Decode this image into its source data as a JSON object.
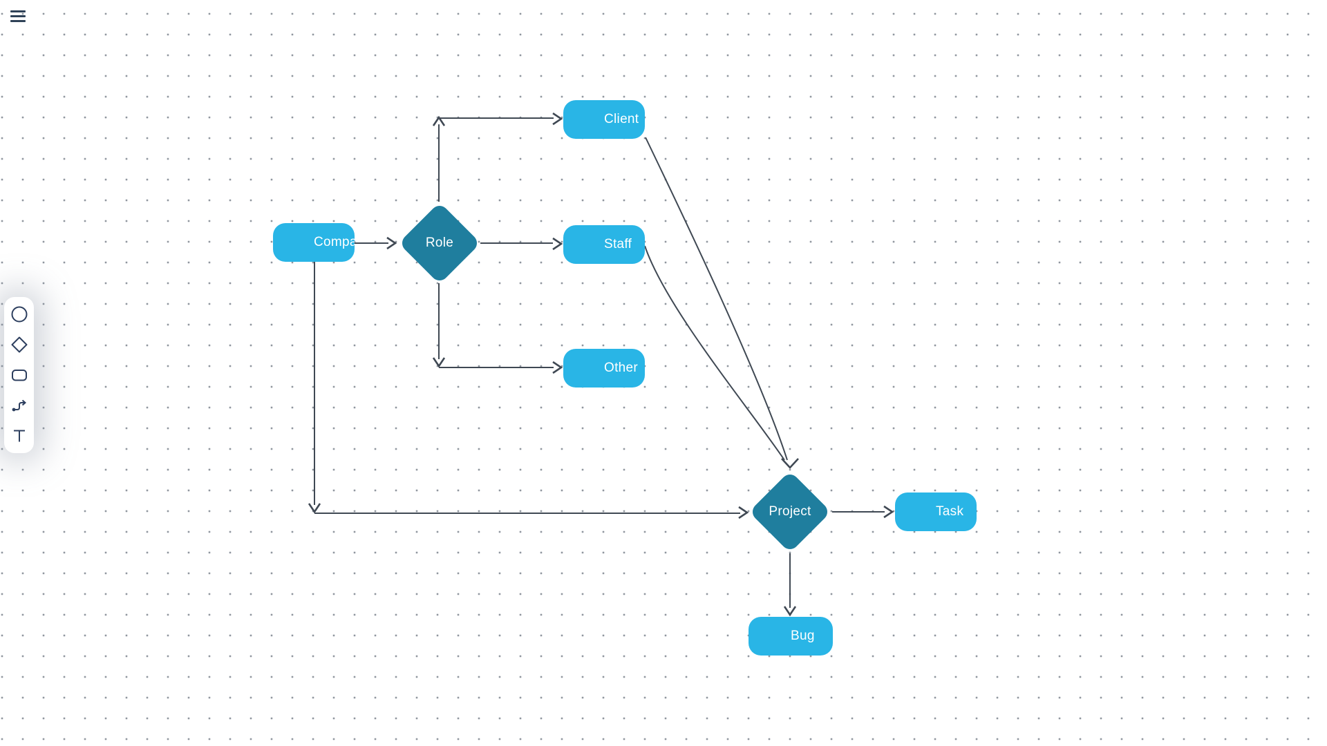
{
  "app": {
    "type": "diagram-editor",
    "canvas_background": "#ffffff",
    "grid": "dotted, 30px spacing"
  },
  "menu": {
    "hamburger_icon": "hamburger-icon"
  },
  "toolbar": {
    "tools": [
      {
        "name": "circle-tool",
        "icon": "circle-icon"
      },
      {
        "name": "diamond-tool",
        "icon": "diamond-icon"
      },
      {
        "name": "rectangle-tool",
        "icon": "rounded-rect-icon"
      },
      {
        "name": "connector-tool",
        "icon": "connector-arrow-icon"
      },
      {
        "name": "text-tool",
        "icon": "text-T-icon"
      }
    ]
  },
  "diagram": {
    "nodes": [
      {
        "id": "company",
        "label": "Company",
        "shape": "rounded-rect",
        "fill": "#29b5e6"
      },
      {
        "id": "role",
        "label": "Role",
        "shape": "diamond",
        "fill": "#1f7e9e"
      },
      {
        "id": "client",
        "label": "Client",
        "shape": "rounded-rect",
        "fill": "#29b5e6"
      },
      {
        "id": "staff",
        "label": "Staff",
        "shape": "rounded-rect",
        "fill": "#29b5e6"
      },
      {
        "id": "other",
        "label": "Other",
        "shape": "rounded-rect",
        "fill": "#29b5e6"
      },
      {
        "id": "project",
        "label": "Project",
        "shape": "diamond",
        "fill": "#1f7e9e"
      },
      {
        "id": "task",
        "label": "Task",
        "shape": "rounded-rect",
        "fill": "#29b5e6"
      },
      {
        "id": "bug",
        "label": "Bug",
        "shape": "rounded-rect",
        "fill": "#29b5e6"
      }
    ],
    "edges": [
      {
        "from": "company",
        "to": "role"
      },
      {
        "from": "role",
        "to": "client"
      },
      {
        "from": "role",
        "to": "staff"
      },
      {
        "from": "role",
        "to": "other"
      },
      {
        "from": "company",
        "to": "project"
      },
      {
        "from": "client",
        "to": "project"
      },
      {
        "from": "staff",
        "to": "project"
      },
      {
        "from": "project",
        "to": "task"
      },
      {
        "from": "project",
        "to": "bug"
      }
    ]
  },
  "colors": {
    "node_fill": "#29b5e6",
    "diamond_fill": "#1f7e9e",
    "edge_stroke": "#3f4853",
    "icon_stroke": "#2c3e5e",
    "node_text": "#ffffff"
  }
}
